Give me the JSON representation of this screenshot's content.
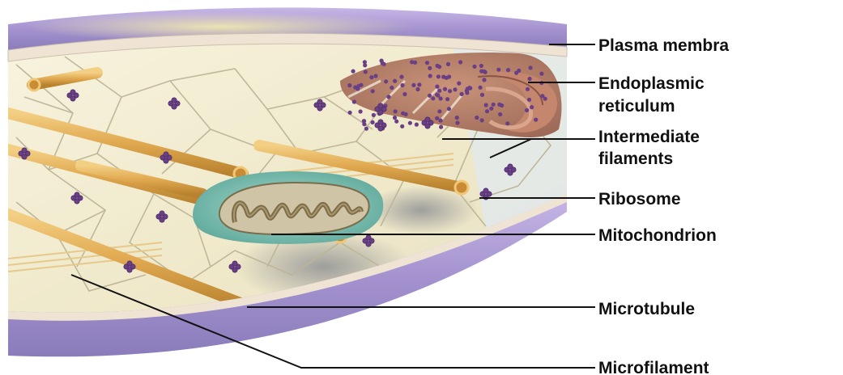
{
  "diagram": {
    "labels": {
      "plasma_membrane": "Plasma membra",
      "er_line1": "Endoplasmic",
      "er_line2": "reticulum",
      "if_line1": "Intermediate",
      "if_line2": "filaments",
      "ribosome": "Ribosome",
      "mitochondrion": "Mitochondrion",
      "microtubule": "Microtubule",
      "microfilament": "Microfilament"
    },
    "colors": {
      "membrane_top": "#a696cf",
      "membrane_inner": "#efe3d6",
      "cytoplasm": "#f3efd9",
      "microtubule": "#e2ab50",
      "filament": "#bfb79a",
      "ribosome": "#6b3f86",
      "er": "#b6806a",
      "mitochondrion_outer": "#7fc1b6",
      "mitochondrion_inner": "#8a7a58"
    }
  }
}
